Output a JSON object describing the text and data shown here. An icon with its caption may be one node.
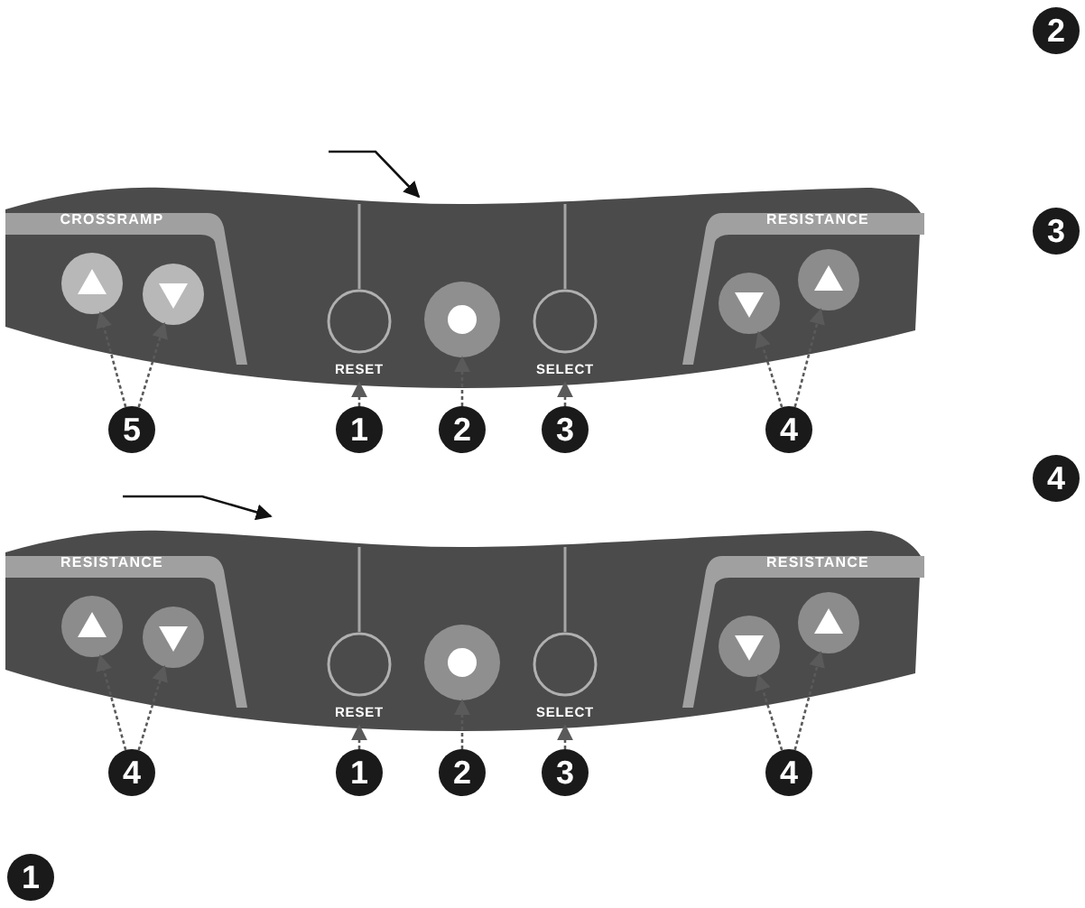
{
  "diagram": {
    "nodes": [
      {
        "text": [],
        "shape": "box"
      },
      {
        "text": [
          "CROSSRAMP"
        ],
        "in": 0
      },
      {
        "text": [
          "RESISTANCE"
        ],
        "in": 0
      },
      {
        "text": [],
        "shape": "circle",
        "in": 1
      },
      {
        "text": [],
        "shape": "circle",
        "in": 1
      },
      {
        "text": [
          "RESET"
        ],
        "in": 0
      },
      {
        "text": [],
        "shape": "circle",
        "in": 0
      },
      {
        "text": [
          "SELECT"
        ],
        "in": 0
      },
      {
        "text": [],
        "shape": "circle",
        "in": 2
      },
      {
        "text": [],
        "shape": "circle",
        "in": 2
      },
      {
        "text": [
          "5"
        ]
      },
      {
        "text": [
          "1"
        ]
      },
      {
        "text": [
          "2"
        ]
      },
      {
        "text": [
          "3"
        ]
      },
      {
        "text": [
          "4"
        ]
      },
      {
        "text": [],
        "shape": "box"
      },
      {
        "text": [
          "RESISTANCE"
        ],
        "in": 15
      },
      {
        "text": [
          "RESISTANCE"
        ],
        "in": 15
      },
      {
        "text": [],
        "shape": "circle",
        "in": 16
      },
      {
        "text": [],
        "shape": "circle",
        "in": 16
      },
      {
        "text": [
          "RESET"
        ],
        "in": 15
      },
      {
        "text": [],
        "shape": "circle",
        "in": 15
      },
      {
        "text": [
          "SELECT"
        ],
        "in": 15
      },
      {
        "text": [],
        "shape": "circle",
        "in": 17
      },
      {
        "text": [],
        "shape": "circle",
        "in": 17
      },
      {
        "text": [
          "4"
        ]
      },
      {
        "text": [
          "1"
        ]
      },
      {
        "text": [
          "2"
        ]
      },
      {
        "text": [
          "3"
        ]
      },
      {
        "text": [
          "4"
        ]
      },
      {
        "text": [
          "2"
        ]
      },
      {
        "text": [
          "3"
        ]
      },
      {
        "text": [
          "4"
        ]
      },
      {
        "text": [
          "1"
        ]
      }
    ],
    "edges": [
      {
        "from": null,
        "to": 0,
        "arrow": "to"
      },
      {
        "from": 10,
        "to": 3,
        "arrow": "to",
        "style": "dashed"
      },
      {
        "from": 10,
        "to": 4,
        "arrow": "to",
        "style": "dashed"
      },
      {
        "from": 11,
        "to": 5,
        "arrow": "to",
        "style": "dashed"
      },
      {
        "from": 12,
        "to": 6,
        "arrow": "to",
        "style": "dashed"
      },
      {
        "from": 13,
        "to": 7,
        "arrow": "to",
        "style": "dashed"
      },
      {
        "from": 14,
        "to": 8,
        "arrow": "to",
        "style": "dashed"
      },
      {
        "from": 14,
        "to": 9,
        "arrow": "to",
        "style": "dashed"
      },
      {
        "from": null,
        "to": 15,
        "arrow": "to"
      },
      {
        "from": 25,
        "to": 18,
        "arrow": "to",
        "style": "dashed"
      },
      {
        "from": 25,
        "to": 19,
        "arrow": "to",
        "style": "dashed"
      },
      {
        "from": 26,
        "to": 20,
        "arrow": "to",
        "style": "dashed"
      },
      {
        "from": 27,
        "to": 21,
        "arrow": "to",
        "style": "dashed"
      },
      {
        "from": 28,
        "to": 22,
        "arrow": "to",
        "style": "dashed"
      },
      {
        "from": 29,
        "to": 23,
        "arrow": "to",
        "style": "dashed"
      },
      {
        "from": 29,
        "to": 24,
        "arrow": "to",
        "style": "dashed"
      }
    ]
  }
}
